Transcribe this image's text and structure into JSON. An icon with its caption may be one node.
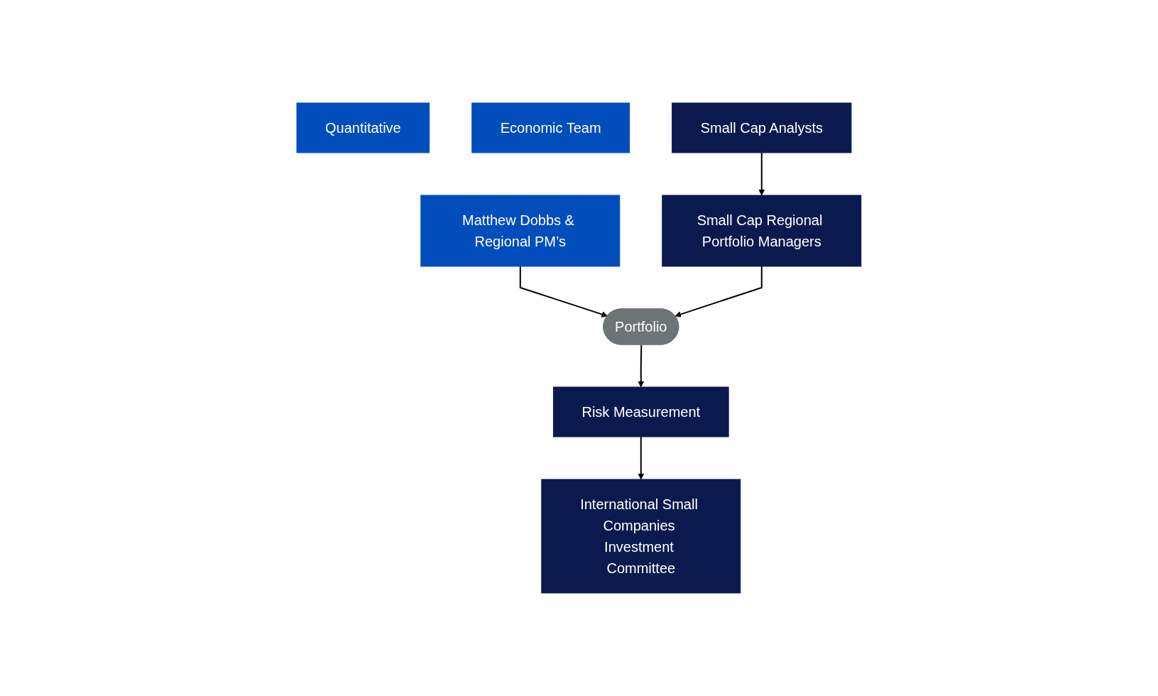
{
  "diagram": {
    "nodes": [
      {
        "text": [
          "Quantitative"
        ]
      },
      {
        "text": [
          "Economic Team"
        ]
      },
      {
        "text": [
          "International Small Companies Investment Committee"
        ]
      },
      {
        "text": [
          "Matthew Dobbs & Regional PM’s"
        ]
      },
      {
        "text": [
          "Risk Measurement"
        ]
      },
      {
        "text": [
          "Portfolio"
        ]
      },
      {
        "text": [
          "Small Cap Regional Portfolio Managers"
        ]
      },
      {
        "text": [
          "Small Cap Analysts"
        ]
      }
    ],
    "edges": [
      {
        "from": 4,
        "to": 2,
        "arrow": "to"
      },
      {
        "from": 3,
        "to": 5,
        "arrow": "to"
      },
      {
        "from": 5,
        "to": 4,
        "arrow": "to"
      },
      {
        "from": 6,
        "to": 5,
        "arrow": "to"
      },
      {
        "from": 7,
        "to": 6,
        "arrow": "to"
      }
    ]
  }
}
